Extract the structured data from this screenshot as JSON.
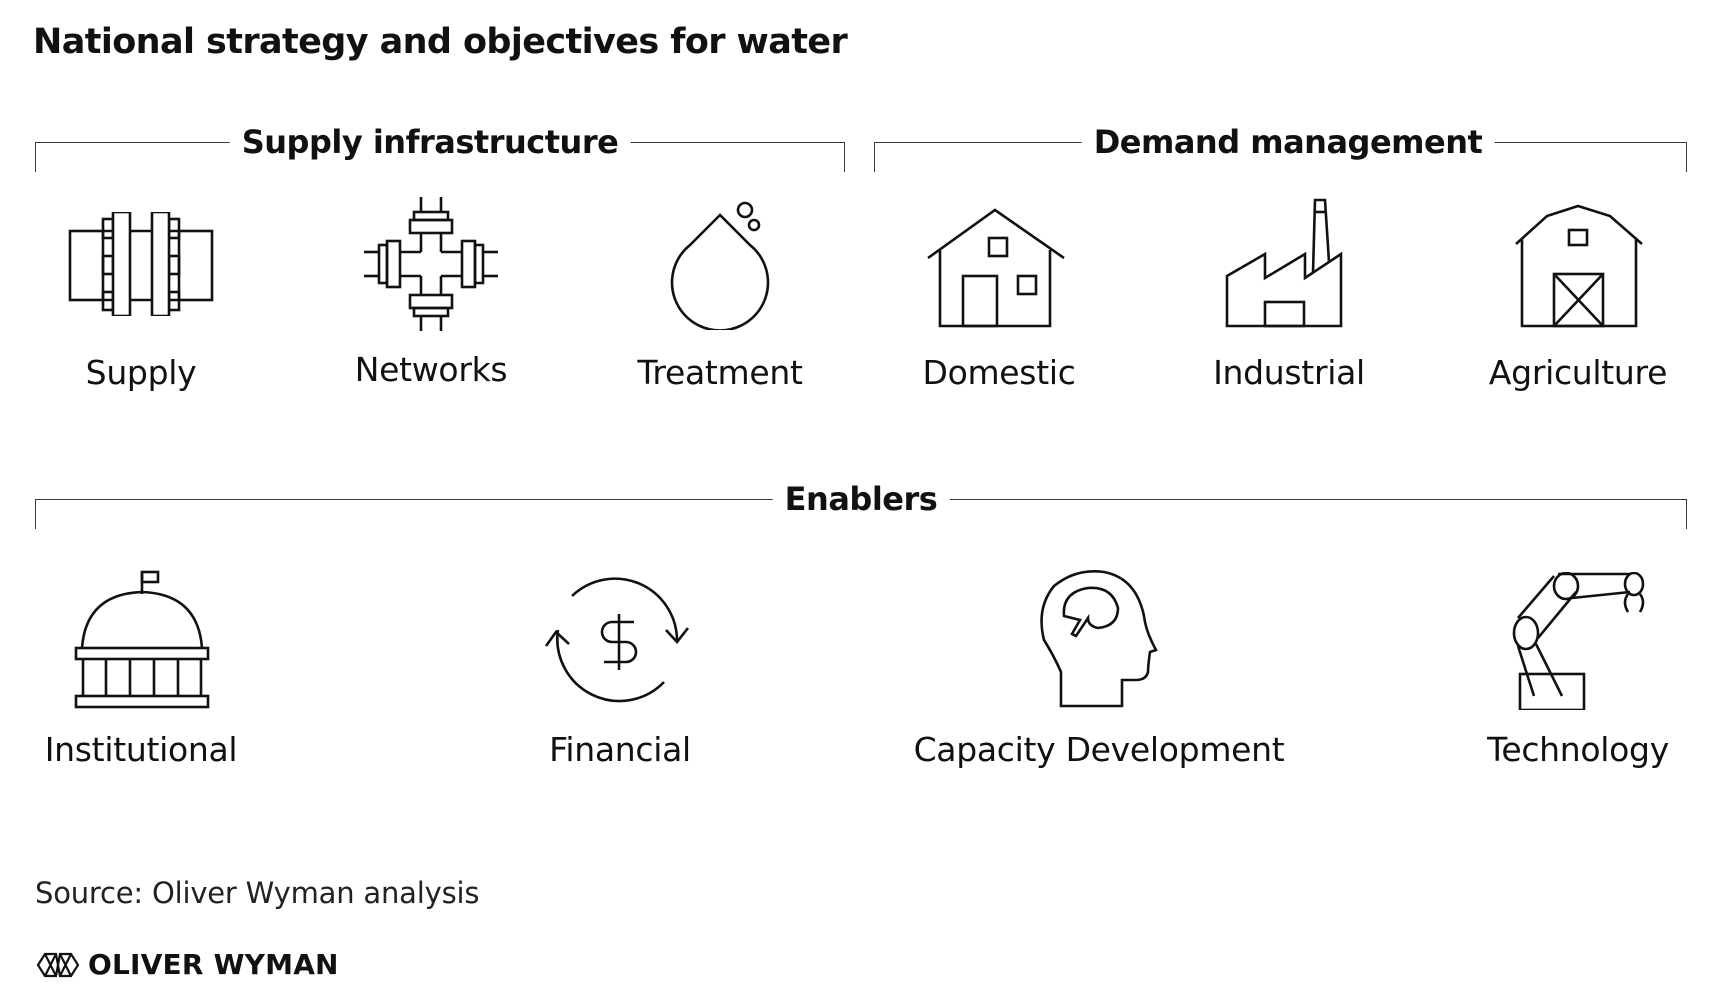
{
  "title": "National strategy and objectives for water",
  "groups": {
    "supply_infrastructure": {
      "label": "Supply infrastructure",
      "items": [
        {
          "label": "Supply",
          "icon": "pipe-flange-icon"
        },
        {
          "label": "Networks",
          "icon": "pipe-network-icon"
        },
        {
          "label": "Treatment",
          "icon": "water-drop-icon"
        }
      ]
    },
    "demand_management": {
      "label": "Demand management",
      "items": [
        {
          "label": "Domestic",
          "icon": "house-icon"
        },
        {
          "label": "Industrial",
          "icon": "factory-icon"
        },
        {
          "label": "Agriculture",
          "icon": "barn-icon"
        }
      ]
    },
    "enablers": {
      "label": "Enablers",
      "items": [
        {
          "label": "Institutional",
          "icon": "government-building-icon"
        },
        {
          "label": "Financial",
          "icon": "dollar-cycle-icon"
        },
        {
          "label": "Capacity Development",
          "icon": "head-brain-icon"
        },
        {
          "label": "Technology",
          "icon": "robot-arm-icon"
        }
      ]
    }
  },
  "source": "Source: Oliver Wyman analysis",
  "logo": {
    "text": "OLIVER WYMAN",
    "icon": "oliver-wyman-logo-icon"
  }
}
